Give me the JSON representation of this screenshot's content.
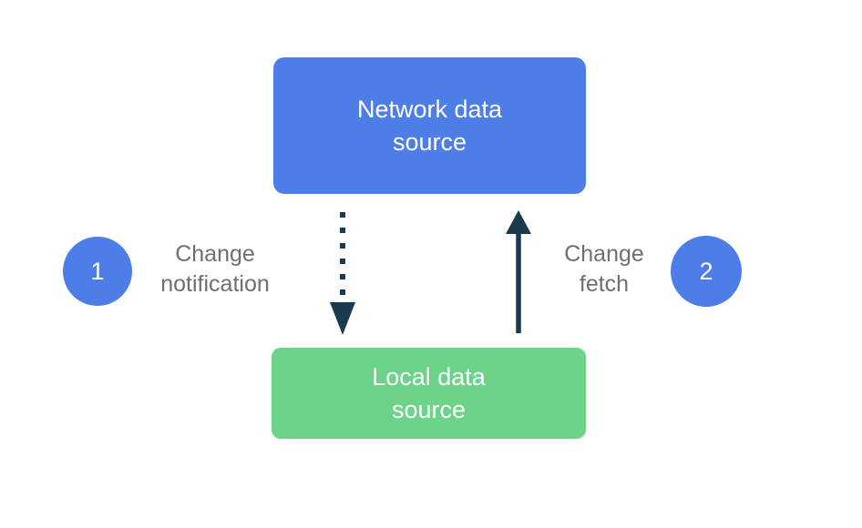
{
  "colors": {
    "background": "#ffffff",
    "network_node": "#4d7ee7",
    "local_node": "#6cd389",
    "node_text": "#ffffff",
    "arrow": "#1c3a4e",
    "badge": "#4d7ee7",
    "badge_text": "#ffffff",
    "label_text": "#6f6f6f"
  },
  "nodes": {
    "network": {
      "label": "Network data\nsource"
    },
    "local": {
      "label": "Local data\nsource"
    }
  },
  "steps": [
    {
      "number": "1",
      "label": "Change\nnotification"
    },
    {
      "number": "2",
      "label": "Change\nfetch"
    }
  ],
  "arrows": [
    {
      "name": "change-notification",
      "style": "dotted",
      "direction": "down"
    },
    {
      "name": "change-fetch",
      "style": "solid",
      "direction": "up"
    }
  ]
}
